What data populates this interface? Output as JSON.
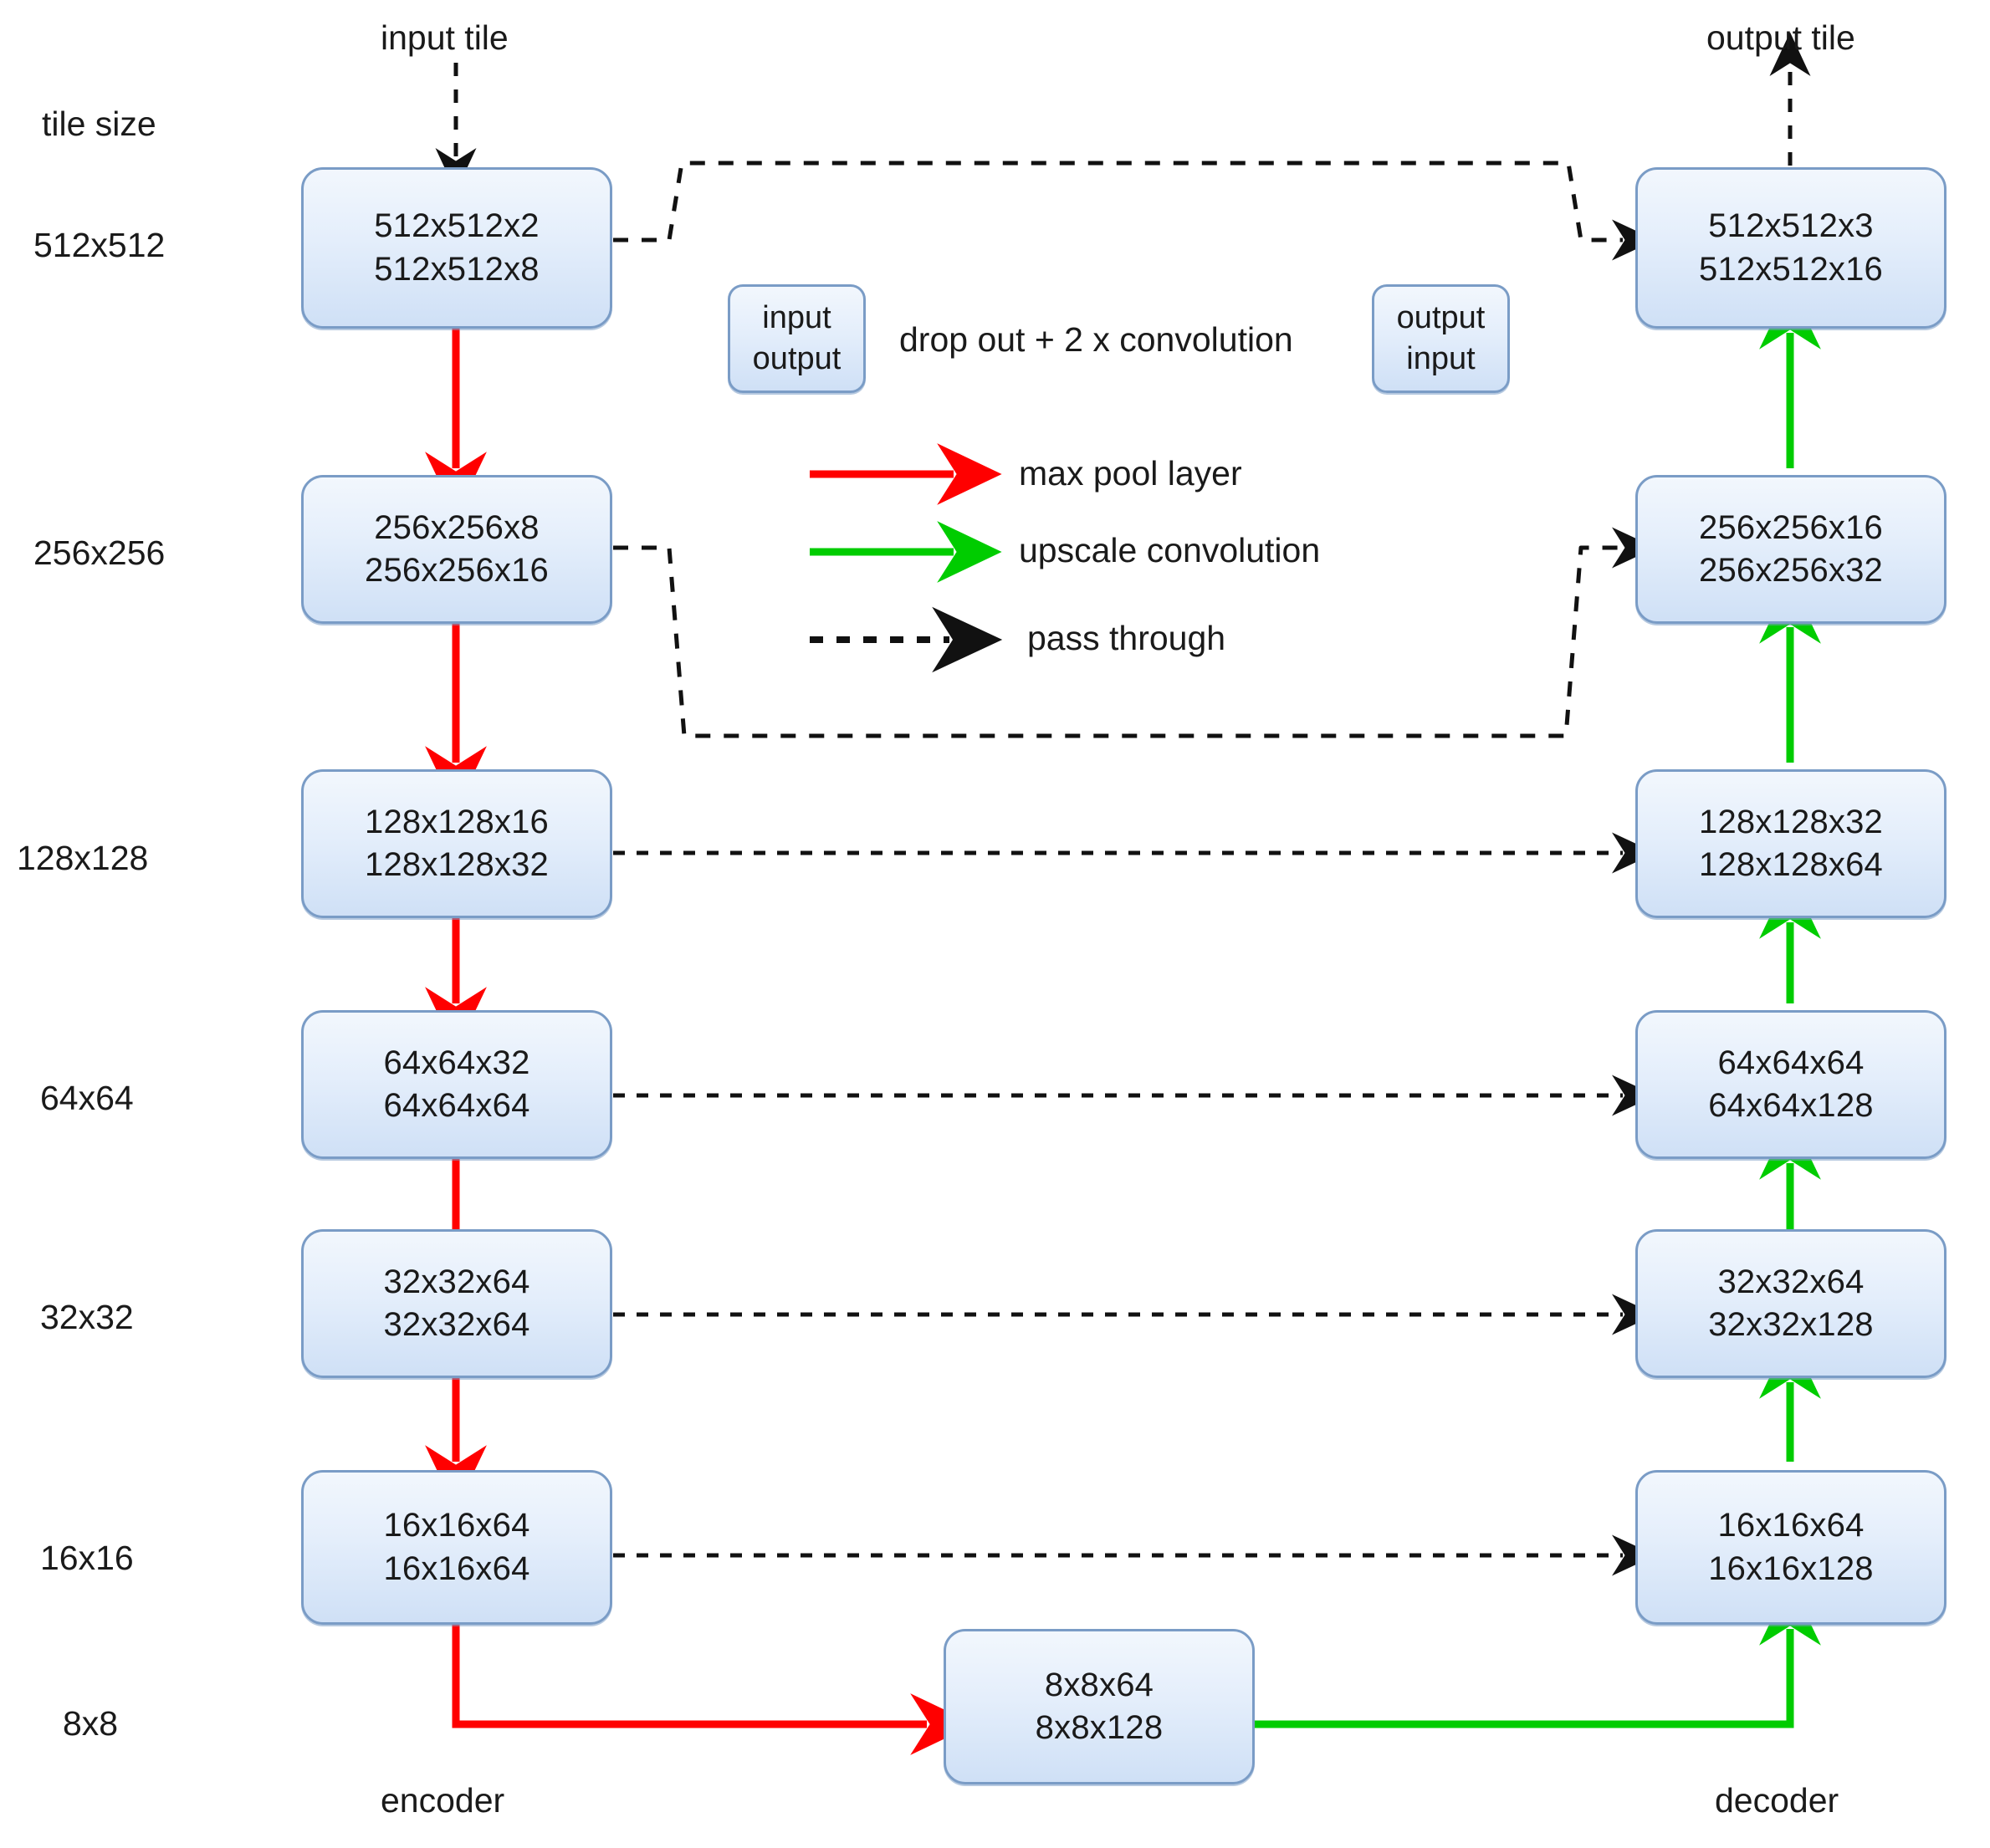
{
  "diagram": {
    "title_labels": {
      "input_tile": "input tile",
      "output_tile": "output tile",
      "tile_size": "tile size",
      "encoder": "encoder",
      "decoder": "decoder"
    },
    "tile_sizes": [
      "512x512",
      "256x256",
      "128x128",
      "64x64",
      "32x32",
      "16x16",
      "8x8"
    ],
    "encoder_blocks": [
      {
        "in": "512x512x2",
        "out": "512x512x8"
      },
      {
        "in": "256x256x8",
        "out": "256x256x16"
      },
      {
        "in": "128x128x16",
        "out": "128x128x32"
      },
      {
        "in": "64x64x32",
        "out": "64x64x64"
      },
      {
        "in": "32x32x64",
        "out": "32x32x64"
      },
      {
        "in": "16x16x64",
        "out": "16x16x64"
      }
    ],
    "bottleneck_block": {
      "in": "8x8x64",
      "out": "8x8x128"
    },
    "decoder_blocks": [
      {
        "in": "512x512x3",
        "out": "512x512x16"
      },
      {
        "in": "256x256x16",
        "out": "256x256x32"
      },
      {
        "in": "128x128x32",
        "out": "128x128x64"
      },
      {
        "in": "64x64x64",
        "out": "64x64x128"
      },
      {
        "in": "32x32x64",
        "out": "32x32x128"
      },
      {
        "in": "16x16x64",
        "out": "16x16x128"
      }
    ],
    "legend": {
      "block_left": {
        "line1": "input",
        "line2": "output"
      },
      "block_right": {
        "line1": "output",
        "line2": "input"
      },
      "block_caption": "drop out + 2 x convolution",
      "entries": [
        {
          "icon": "red-solid-arrow-icon",
          "label": "max pool layer",
          "color": "#ff0000"
        },
        {
          "icon": "green-solid-arrow-icon",
          "label": "upscale convolution",
          "color": "#00cc00"
        },
        {
          "icon": "black-dashed-arrow-icon",
          "label": "pass through",
          "color": "#000000"
        }
      ]
    },
    "colors": {
      "node_border": "#7a9cc6",
      "node_fill_top": "#f2f7fd",
      "node_fill_bottom": "#cfe0f6",
      "max_pool": "#ff0000",
      "upscale": "#00cc00",
      "pass_through": "#000000",
      "text": "#1a1a1a"
    }
  }
}
